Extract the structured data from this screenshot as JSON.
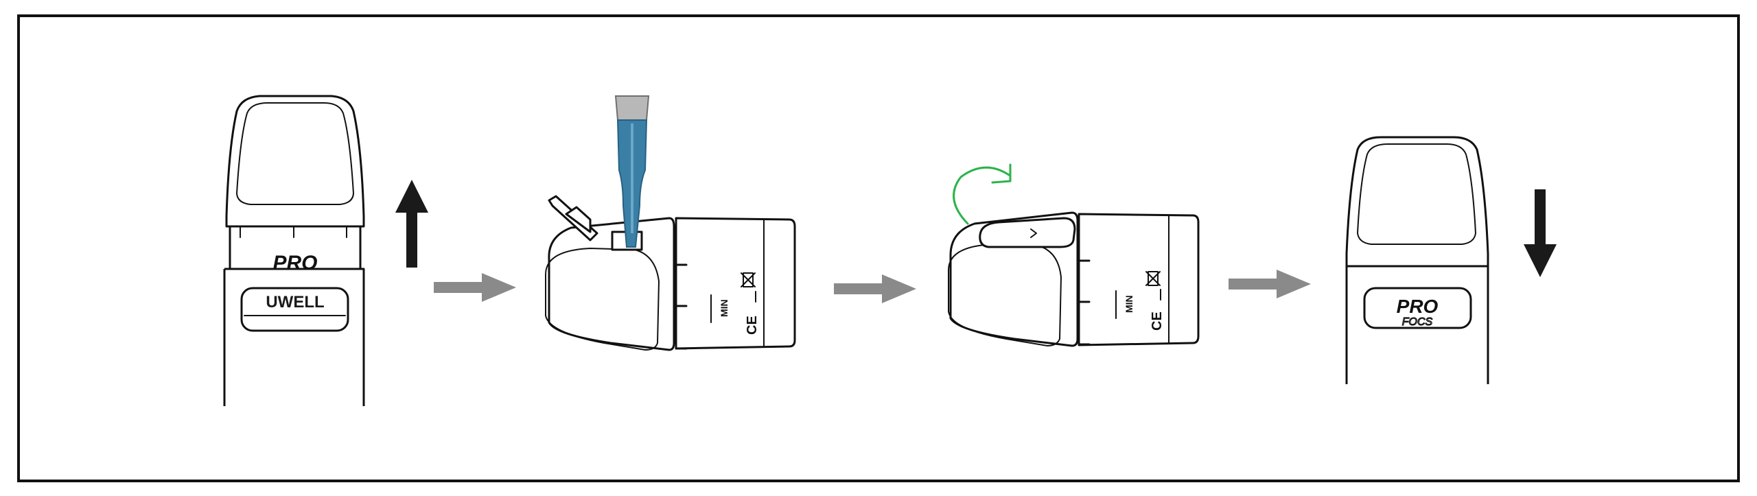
{
  "steps": [
    {
      "device_label": "UWELL",
      "cap_text": "PRO",
      "direction": "up"
    },
    {
      "gauge_label": "MIN",
      "cert_mark": "CE"
    },
    {
      "gauge_label": "MIN",
      "cert_mark": "CE",
      "rotation_color": "#2bb34a"
    },
    {
      "logo_main": "PRO",
      "logo_sub": "FOCS",
      "direction": "down"
    }
  ],
  "colors": {
    "frame": "#111111",
    "step_arrow": "#8a8a8a",
    "direction_arrow": "#1a1a1a",
    "liquid": "#3a7fa6",
    "rotation": "#2bb34a"
  }
}
